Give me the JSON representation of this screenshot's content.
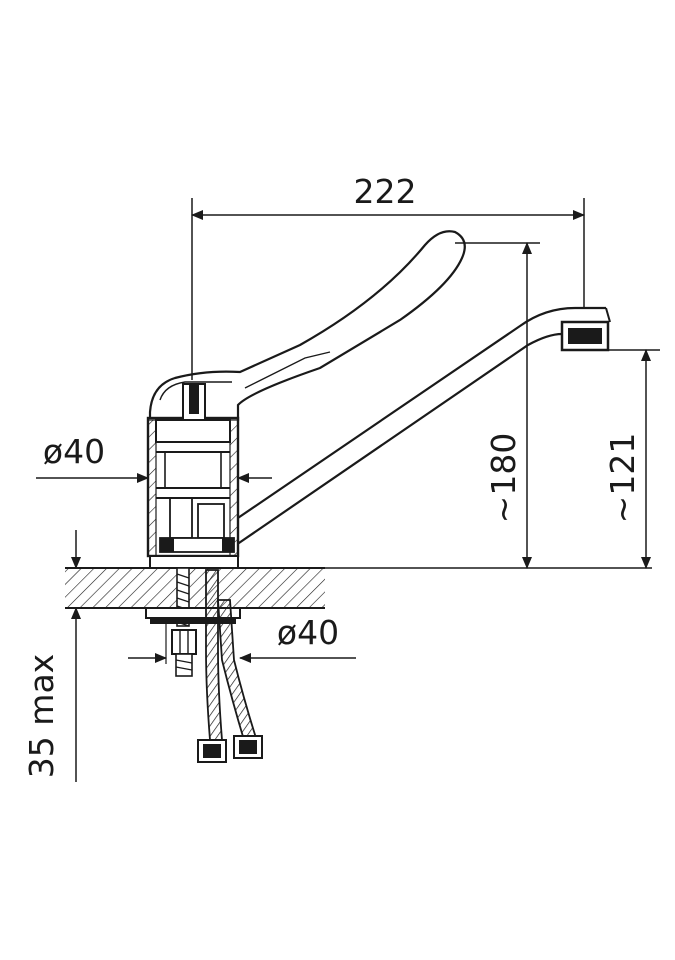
{
  "drawing": {
    "dim_width": "222",
    "dim_height_total": "~180",
    "dim_height_spout": "~121",
    "dim_body_diameter": "ø40",
    "dim_mount_diameter": "ø40",
    "dim_max_thickness": "35 max"
  },
  "colors": {
    "line": "#1a1a1a",
    "background": "#ffffff"
  }
}
